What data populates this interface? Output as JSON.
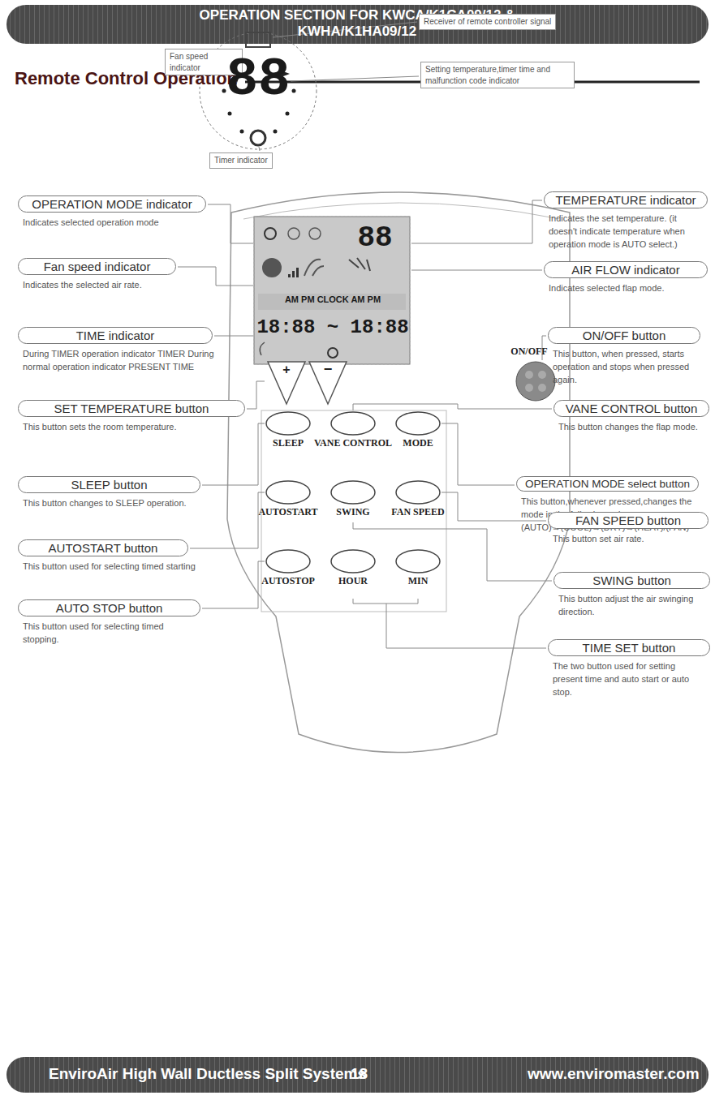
{
  "diagram": {
    "title": "Remote Control Operation",
    "nodes": [
      {
        "text": [
          "OPERATION SECTION FOR KWCA/K1CA09/12 & KWHA/K1HA09/12"
        ]
      },
      {
        "text": [
          "Fan speed indicator"
        ]
      },
      {
        "text": [
          "Receiver of remote controller signal"
        ]
      },
      {
        "text": [
          "Setting temperature,timer time and malfunction code indicator"
        ]
      },
      {
        "text": [
          "Timer indicator"
        ]
      },
      {
        "text": [
          "OPERATION MODE indicator",
          "Indicates selected operation mode"
        ]
      },
      {
        "text": [
          "Fan speed indicator",
          "Indicates the selected air rate."
        ]
      },
      {
        "text": [
          "TIME indicator",
          "During TIMER operation indicator TIMER During normal operation indicator PRESENT TIME"
        ]
      },
      {
        "text": [
          "SET TEMPERATURE button",
          "This button sets the room temperature."
        ]
      },
      {
        "text": [
          "SLEEP button",
          "This button changes to SLEEP operation."
        ]
      },
      {
        "text": [
          "AUTOSTART button",
          "This button used for selecting timed starting"
        ]
      },
      {
        "text": [
          "AUTO STOP button",
          "This button used for selecting timed stopping."
        ]
      },
      {
        "text": [
          "TEMPERATURE indicator",
          "Indicates the set temperature. (it doesn't indicate temperature when operation mode is AUTO select.)"
        ]
      },
      {
        "text": [
          "AIR FLOW indicator",
          "Indicates selected flap mode."
        ]
      },
      {
        "text": [
          "ON/OFF button",
          "This button, when pressed, starts operation and stops when pressed again."
        ]
      },
      {
        "text": [
          "VANE CONTROL button",
          "This button changes the flap mode."
        ]
      },
      {
        "text": [
          "OPERATION MODE select button",
          "This button,whenever pressed,changes the mode in the following order. (AUTO)→(COOL)→(DRY)→(HEAT)/(FAN)"
        ]
      },
      {
        "text": [
          "FAN SPEED button",
          "This button set air rate."
        ]
      },
      {
        "text": [
          "SWING button",
          "This button adjust the air swinging direction."
        ]
      },
      {
        "text": [
          "TIME SET button",
          "The two button used for setting present time and auto start or auto stop."
        ]
      },
      {
        "text": [
          "EnviroAir High Wall Ductless Split Systems",
          "18",
          "www.enviromaster.com"
        ]
      }
    ],
    "labels": [
      "88",
      "88",
      "AM PM CLOCK AM PM",
      "18:88 ~ 18:88",
      "+",
      "−",
      "ON/OFF",
      "SLEEP",
      "VANE CONTROL",
      "MODE",
      "AUTOSTART",
      "SWING",
      "FAN SPEED",
      "AUTOSTOP",
      "HOUR",
      "MIN"
    ]
  }
}
